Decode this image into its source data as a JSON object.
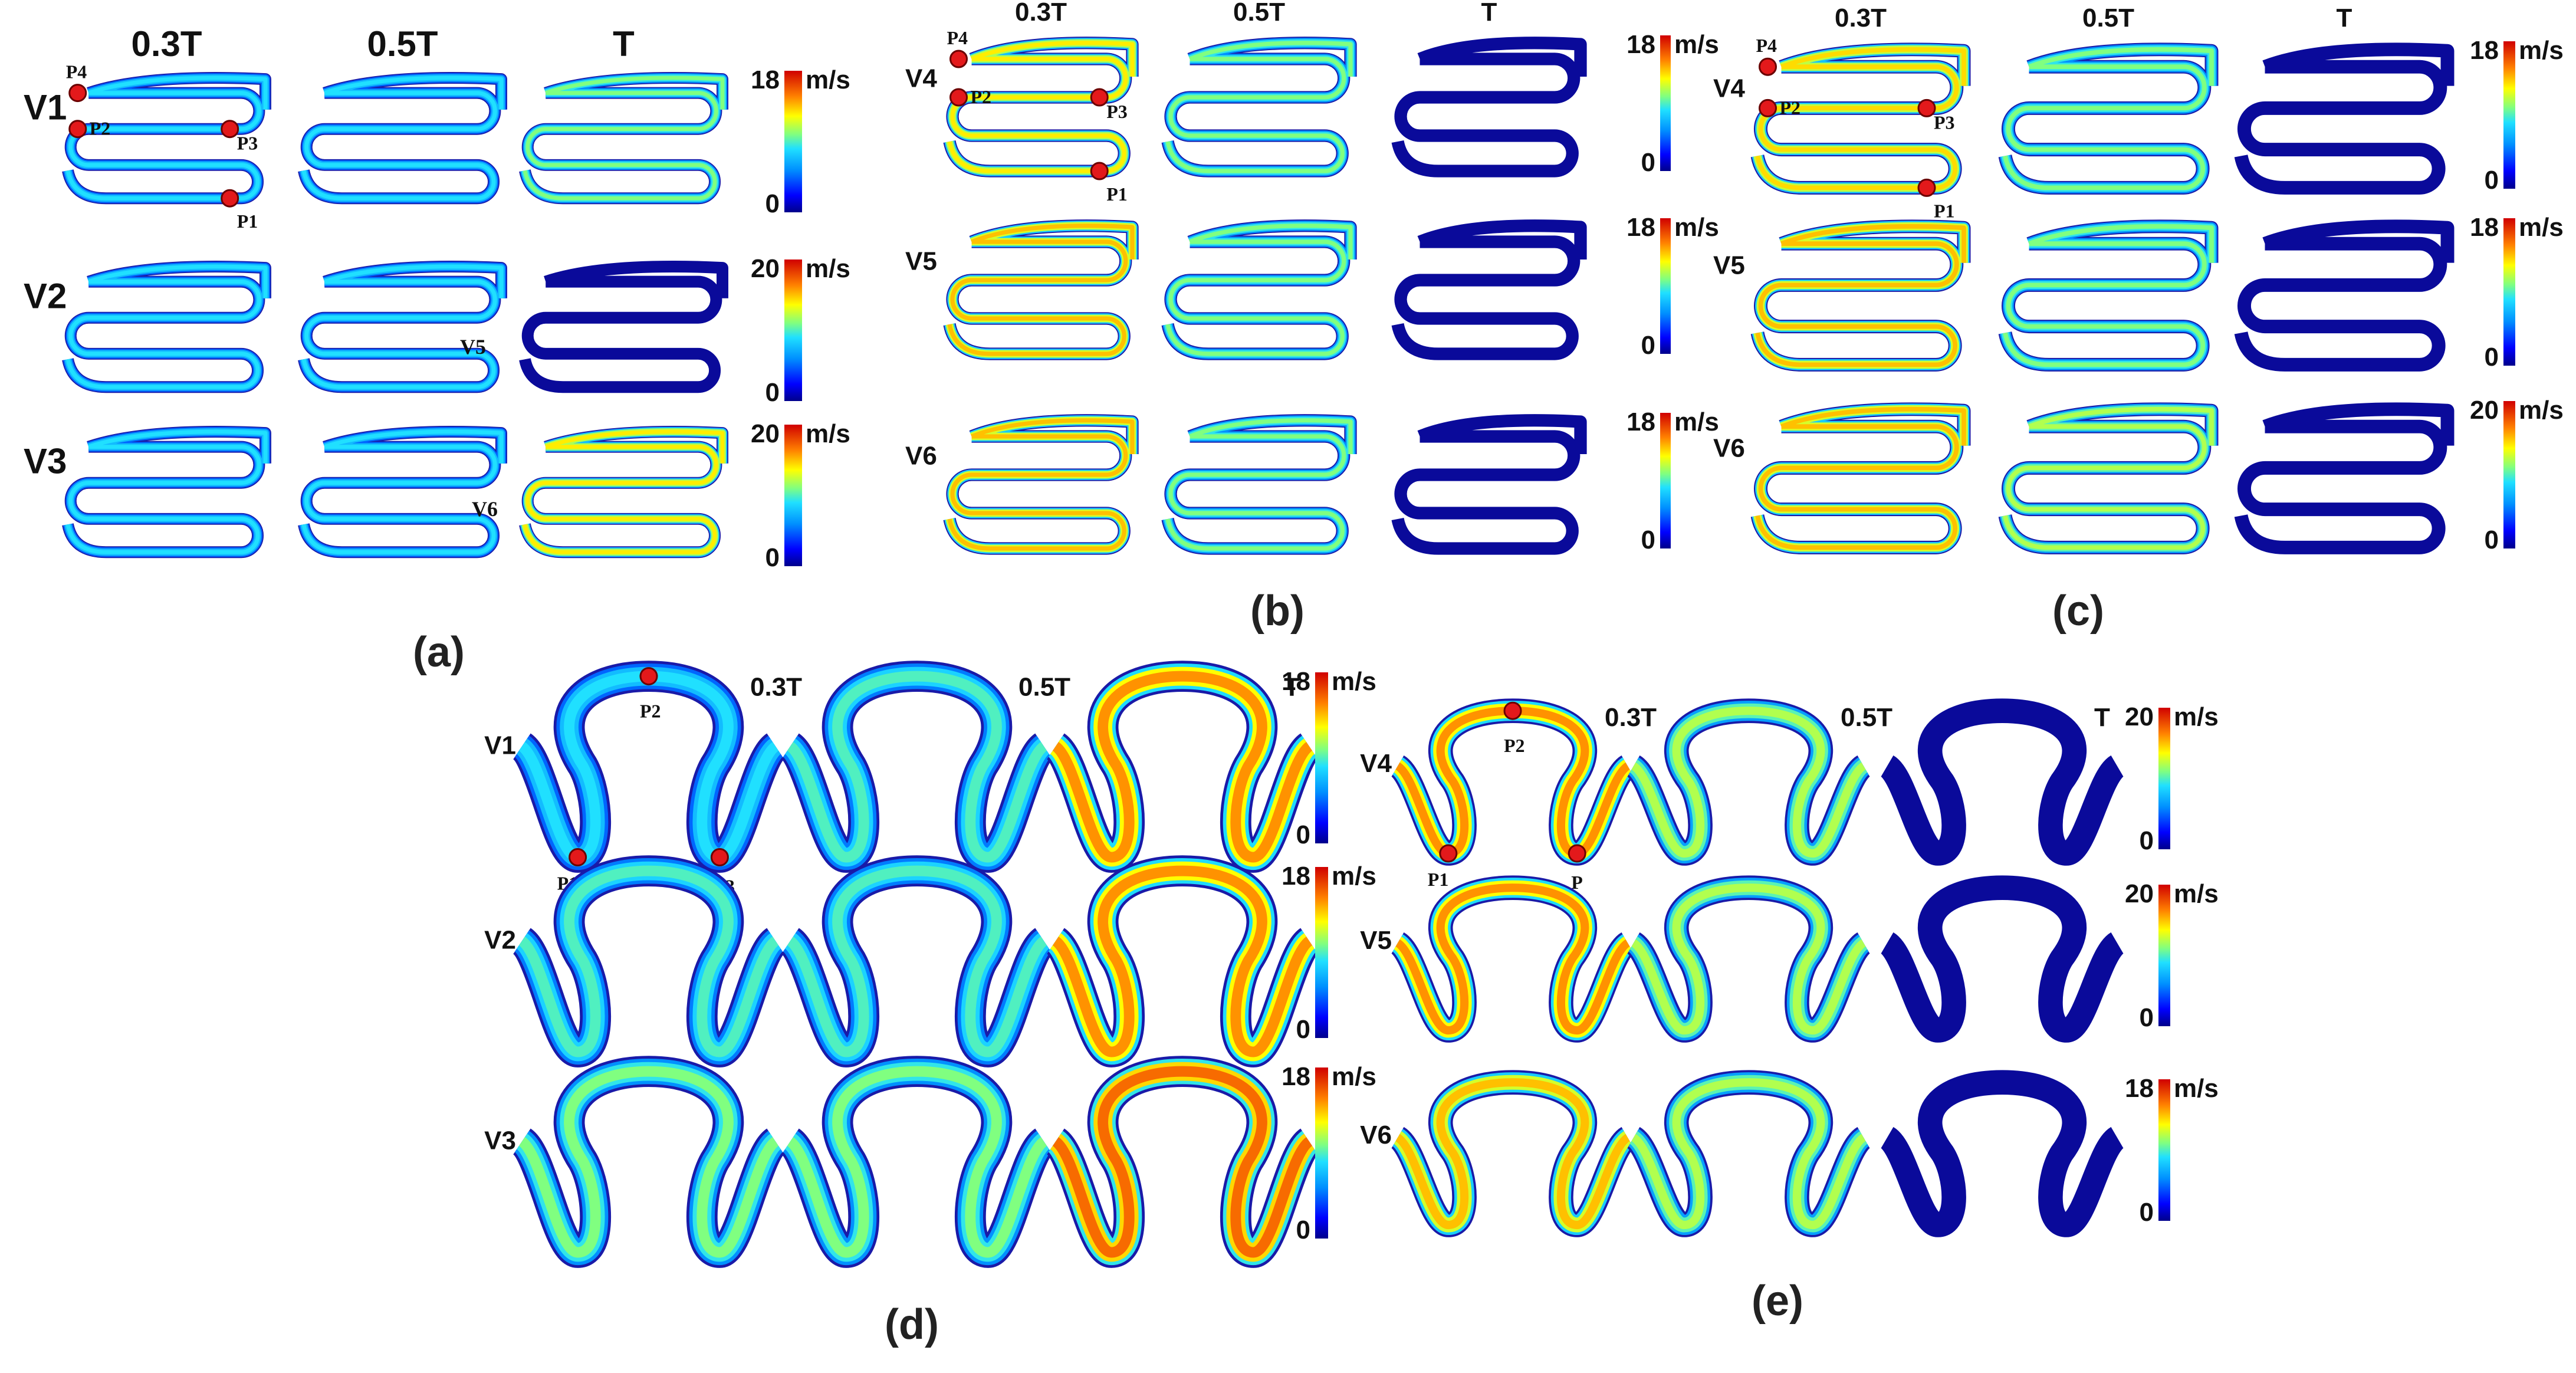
{
  "colormap": [
    "#00008b",
    "#0000ff",
    "#0080ff",
    "#00d0ff",
    "#40ffc0",
    "#a0ff60",
    "#ffff00",
    "#ff9000",
    "#ff2000",
    "#a00000"
  ],
  "time_labels": {
    "t03": "0.3T",
    "t05": "0.5T",
    "t1": "T"
  },
  "units": "m/s",
  "point_names": [
    "P1",
    "P2",
    "P3",
    "P4"
  ],
  "point_color": "#e3191b",
  "panels": [
    {
      "label": "(a)",
      "rows": [
        {
          "name": "V1",
          "max": "18",
          "min": "0",
          "levels": [
            0.45,
            0.45,
            0.55
          ]
        },
        {
          "name": "V2",
          "max": "20",
          "min": "0",
          "levels": [
            0.45,
            0.45,
            0.0
          ]
        },
        {
          "name": "V3",
          "max": "20",
          "min": "0",
          "levels": [
            0.45,
            0.45,
            0.7
          ]
        }
      ],
      "inline_labels": [
        "V5",
        "V6"
      ]
    },
    {
      "label": "(b)",
      "rows": [
        {
          "name": "V4",
          "max": "18",
          "min": "0",
          "levels": [
            0.7,
            0.55,
            0.0
          ]
        },
        {
          "name": "V5",
          "max": "18",
          "min": "0",
          "levels": [
            0.75,
            0.55,
            0.0
          ]
        },
        {
          "name": "V6",
          "max": "18",
          "min": "0",
          "levels": [
            0.75,
            0.55,
            0.0
          ]
        }
      ]
    },
    {
      "label": "(c)",
      "rows": [
        {
          "name": "V4",
          "max": "18",
          "min": "0",
          "levels": [
            0.72,
            0.55,
            0.0
          ]
        },
        {
          "name": "V5",
          "max": "18",
          "min": "0",
          "levels": [
            0.75,
            0.55,
            0.0
          ]
        },
        {
          "name": "V6",
          "max": "20",
          "min": "0",
          "levels": [
            0.75,
            0.6,
            0.0
          ]
        }
      ]
    },
    {
      "label": "(d)",
      "rows": [
        {
          "name": "V1",
          "max": "18",
          "min": "0",
          "levels": [
            0.45,
            0.5,
            0.8
          ]
        },
        {
          "name": "V2",
          "max": "18",
          "min": "0",
          "levels": [
            0.5,
            0.5,
            0.8
          ]
        },
        {
          "name": "V3",
          "max": "18",
          "min": "0",
          "levels": [
            0.55,
            0.55,
            0.85
          ]
        }
      ]
    },
    {
      "label": "(e)",
      "rows": [
        {
          "name": "V4",
          "max": "20",
          "min": "0",
          "levels": [
            0.8,
            0.6,
            0.0
          ]
        },
        {
          "name": "V5",
          "max": "20",
          "min": "0",
          "levels": [
            0.8,
            0.6,
            0.0
          ]
        },
        {
          "name": "V6",
          "max": "18",
          "min": "0",
          "levels": [
            0.75,
            0.6,
            0.0
          ]
        }
      ],
      "point_names": [
        "P1",
        "P2",
        "P"
      ]
    }
  ]
}
